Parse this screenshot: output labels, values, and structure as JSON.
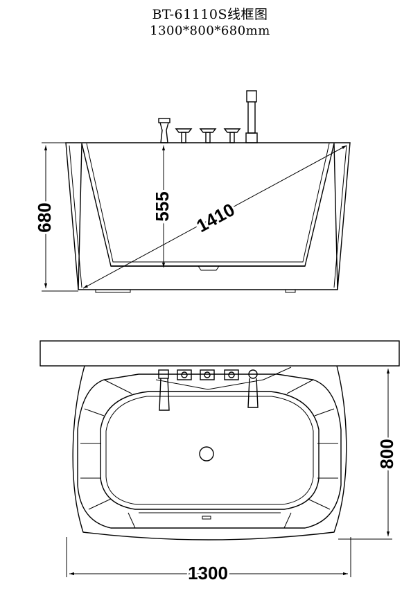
{
  "header": {
    "model_title": "BT-61110S线框图",
    "size_title": "1300*800*680mm"
  },
  "side_view": {
    "height_label": "680",
    "inner_depth_label": "555",
    "diagonal_label": "1410"
  },
  "top_view": {
    "depth_label": "800",
    "length_label": "1300"
  }
}
